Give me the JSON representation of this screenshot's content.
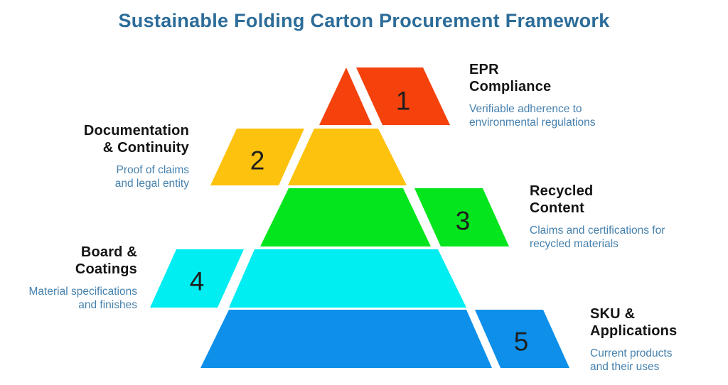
{
  "title": "Sustainable Folding Carton Procurement Framework",
  "palette": {
    "background": "#FFFFFF",
    "title_color": "#2C6C99",
    "heading_color": "#141414",
    "desc_color": "#4681AD",
    "number_color": "#1E1E1E"
  },
  "levels": [
    {
      "number": "1",
      "name_line1": "EPR",
      "name_line2": "Compliance",
      "desc_line1": "Verifiable adherence to",
      "desc_line2": "environmental regulations",
      "color": "#F5420D",
      "label_side": "right"
    },
    {
      "number": "2",
      "name_line1": "Documentation",
      "name_line2": "& Continuity",
      "desc_line1": "Proof of claims",
      "desc_line2": "and legal entity",
      "color": "#FCC20D",
      "label_side": "left"
    },
    {
      "number": "3",
      "name_line1": "Recycled",
      "name_line2": "Content",
      "desc_line1": "Claims and certifications for",
      "desc_line2": "recycled materials",
      "color": "#05E51D",
      "label_side": "right"
    },
    {
      "number": "4",
      "name_line1": "Board &",
      "name_line2": "Coatings",
      "desc_line1": "Material specifications",
      "desc_line2": "and finishes",
      "color": "#00EDF2",
      "label_side": "left"
    },
    {
      "number": "5",
      "name_line1": "SKU &",
      "name_line2": "Applications",
      "desc_line1": "Current products",
      "desc_line2": "and their uses",
      "color": "#0E90EA",
      "label_side": "right"
    }
  ]
}
